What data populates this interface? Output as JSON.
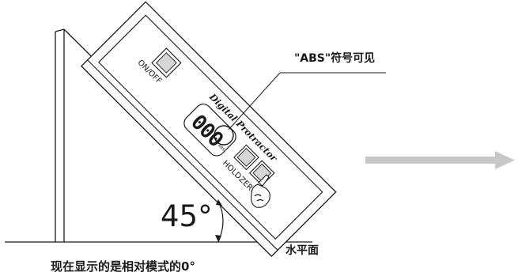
{
  "device": {
    "title": "Digital Protractor",
    "buttons": {
      "onoff": "ON/OFF",
      "hold": "HOLD",
      "zero": "ZERO"
    },
    "display_value": "000",
    "abs_indicator": "ABS"
  },
  "annotations": {
    "abs_callout": "\"ABS\"符号可见",
    "angle": "45°",
    "horizontal_plane": "水平面",
    "caption": "现在显示的是相对模式的0°"
  },
  "colors": {
    "ink": "#1a1a1a",
    "arrow": "#c8c8c8",
    "background": "#ffffff"
  }
}
